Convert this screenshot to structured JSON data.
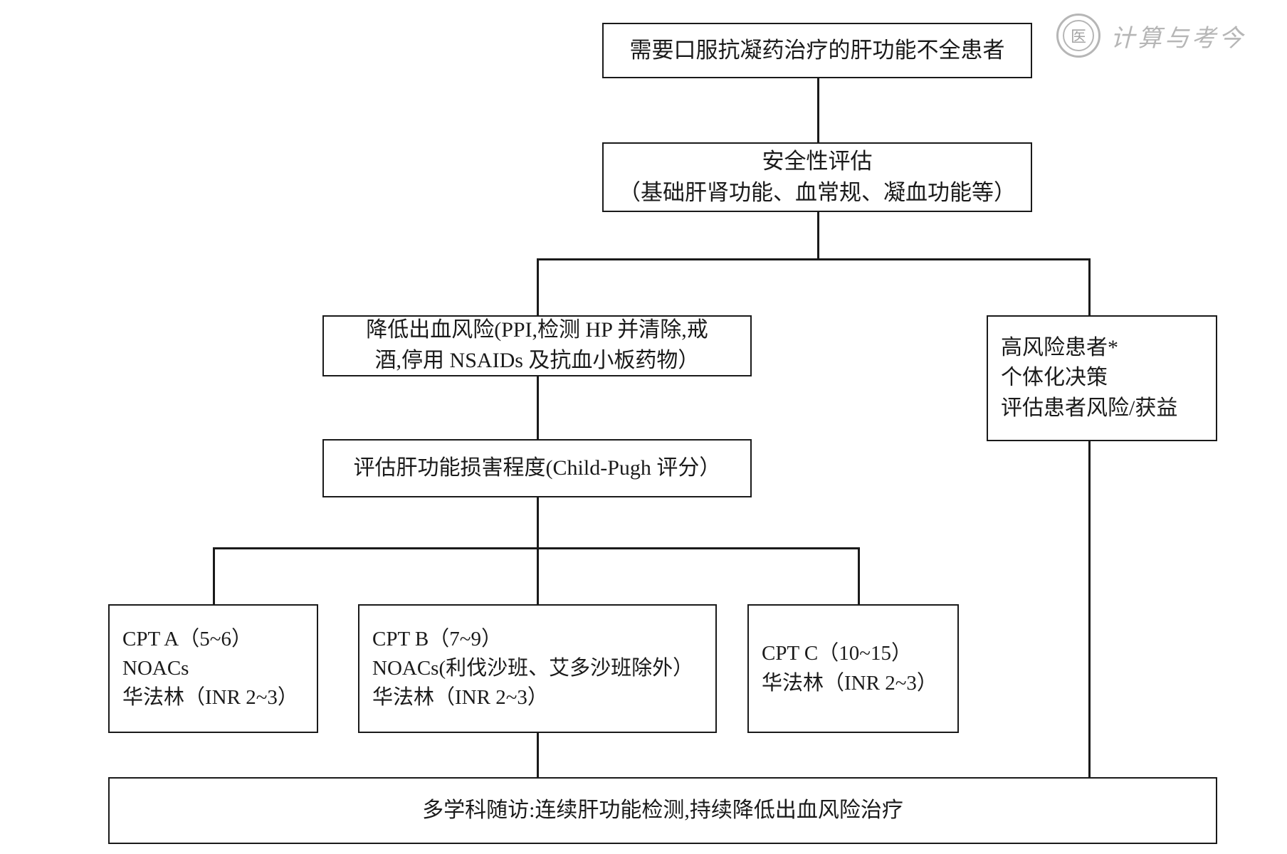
{
  "diagram": {
    "title_box": {
      "lines": [
        "需要口服抗凝药治疗的肝功能不全患者"
      ]
    },
    "safety_box": {
      "lines": [
        "安全性评估",
        "（基础肝肾功能、血常规、凝血功能等）"
      ]
    },
    "reduce_bleeding_box": {
      "lines": [
        "降低出血风险(PPI,检测 HP 并清除,戒",
        "酒,停用 NSAIDs 及抗血小板药物）"
      ]
    },
    "high_risk_box": {
      "lines": [
        "高风险患者*",
        "个体化决策",
        "评估患者风险/获益"
      ]
    },
    "child_pugh_box": {
      "lines": [
        "评估肝功能损害程度(Child-Pugh 评分）"
      ]
    },
    "cpt_a_box": {
      "lines": [
        "CPT A（5~6）",
        "NOACs",
        "华法林（INR 2~3）"
      ]
    },
    "cpt_b_box": {
      "lines": [
        "CPT B（7~9）",
        "NOACs(利伐沙班、艾多沙班除外）",
        "华法林（INR 2~3）"
      ]
    },
    "cpt_c_box": {
      "lines": [
        "CPT C（10~15）",
        "华法林（INR 2~3）"
      ]
    },
    "followup_box": {
      "lines": [
        "多学科随访:连续肝功能检测,持续降低出血风险治疗"
      ]
    },
    "watermark": {
      "seal_glyph": "医",
      "text": "计算与考今"
    },
    "colors": {
      "stroke": "#1a1a1a",
      "background": "#ffffff",
      "watermark": "#8a8a8a"
    }
  }
}
